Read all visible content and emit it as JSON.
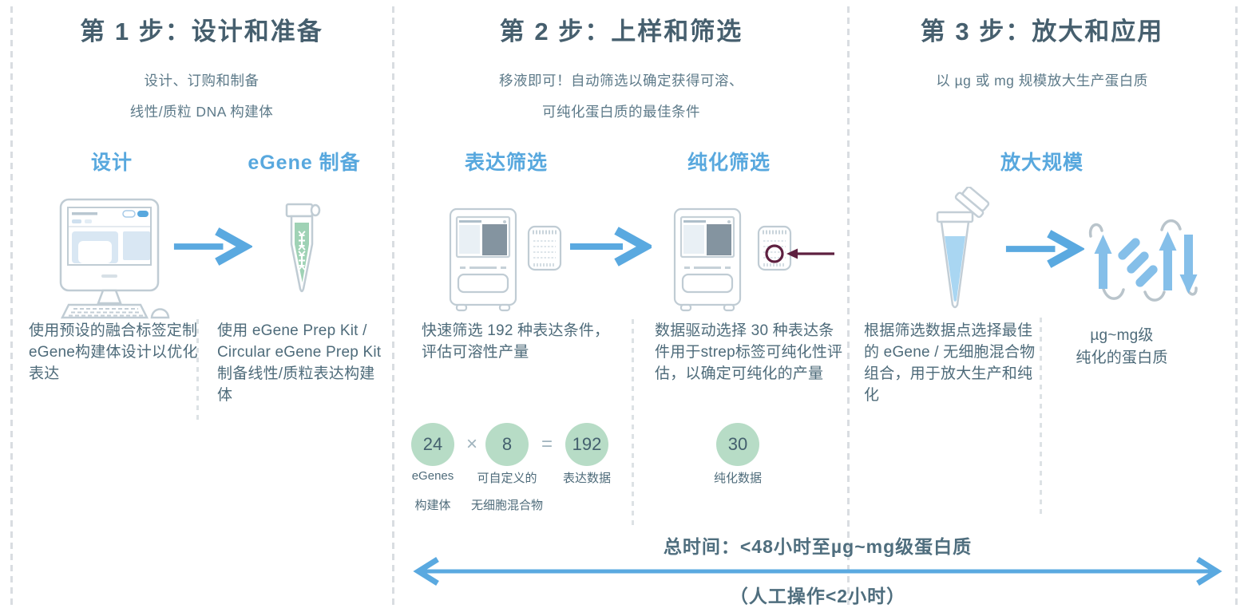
{
  "colors": {
    "accent_blue": "#58a8de",
    "title_slate": "#465f6e",
    "body_text": "#4e6b7a",
    "badge_green": "#b7dcc6",
    "highlight_maroon": "#5e2040",
    "icon_outline": "#c0ccd4"
  },
  "columns": [
    {
      "title": "第 1 步：设计和准备",
      "subtitle_lines": [
        "设计、订购和制备",
        "线性/质粒 DNA 构建体"
      ],
      "sub_steps": [
        {
          "label": "设计",
          "description": "使用预设的融合标签定制eGene构建体设计以优化表达"
        },
        {
          "label": "eGene 制备",
          "description": "使用 eGene Prep Kit / Circular eGene Prep Kit 制备线性/质粒表达构建体"
        }
      ]
    },
    {
      "title": "第 2 步：上样和筛选",
      "subtitle_lines": [
        "移液即可！自动筛选以确定获得可溶、",
        "可纯化蛋白质的最佳条件"
      ],
      "sub_steps": [
        {
          "label": "表达筛选",
          "description": "快速筛选 192 种表达条件，评估可溶性产量"
        },
        {
          "label": "纯化筛选",
          "description": "数据驱动选择 30 种表达条件用于strep标签可纯化性评估，以确定可纯化的产量"
        }
      ],
      "equation": {
        "operand1": "24",
        "operand1_label_line1": "eGenes",
        "operand1_label_line2": "构建体",
        "multiply_symbol": "×",
        "operand2": "8",
        "operand2_label_line1": "可自定义的",
        "operand2_label_line2": "无细胞混合物",
        "equals_symbol": "=",
        "result": "192",
        "result_label": "表达数据",
        "purification_count": "30",
        "purification_label": "纯化数据"
      }
    },
    {
      "title": "第 3 步：放大和应用",
      "subtitle_lines": [
        "以 µg 或 mg 规模放大生产蛋白质"
      ],
      "sub_steps": [
        {
          "label": "放大规模",
          "description": "根据筛选数据点选择最佳的 eGene / 无细胞混合物组合，用于放大生产和纯化"
        }
      ],
      "output_label_lines": [
        "µg~mg级",
        "纯化的蛋白质"
      ]
    }
  ],
  "timeline": {
    "total_time": "总时间：<48小时至µg~mg级蛋白质",
    "manual_time": "（人工操作<2小时）"
  },
  "icons": [
    "computer-icon",
    "arrow-right-icon",
    "tube-dna-icon",
    "screening-instrument-icon",
    "microplate-icon",
    "highlight-circle-icon",
    "select-arrow-icon",
    "open-tube-icon",
    "protein-structure-icon",
    "double-arrow-icon"
  ]
}
